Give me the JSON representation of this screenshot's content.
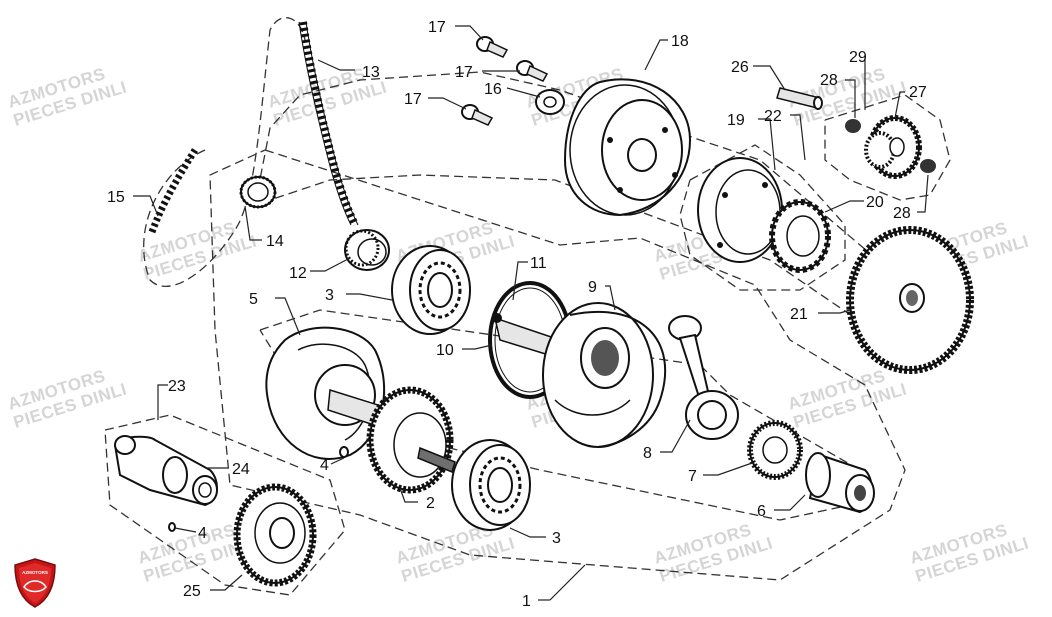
{
  "watermark": {
    "line1": "AZMOTORS",
    "line2": "PIECES DINLI"
  },
  "logo": {
    "text": "AZMOTORS",
    "color": "#d11d1d"
  },
  "callouts": [
    {
      "id": "1",
      "label": "1"
    },
    {
      "id": "2",
      "label": "2"
    },
    {
      "id": "3a",
      "label": "3"
    },
    {
      "id": "3b",
      "label": "3"
    },
    {
      "id": "4a",
      "label": "4"
    },
    {
      "id": "4b",
      "label": "4"
    },
    {
      "id": "5",
      "label": "5"
    },
    {
      "id": "6",
      "label": "6"
    },
    {
      "id": "7",
      "label": "7"
    },
    {
      "id": "8",
      "label": "8"
    },
    {
      "id": "9",
      "label": "9"
    },
    {
      "id": "10",
      "label": "10"
    },
    {
      "id": "11",
      "label": "11"
    },
    {
      "id": "12",
      "label": "12"
    },
    {
      "id": "13",
      "label": "13"
    },
    {
      "id": "14",
      "label": "14"
    },
    {
      "id": "15",
      "label": "15"
    },
    {
      "id": "16",
      "label": "16"
    },
    {
      "id": "17a",
      "label": "17"
    },
    {
      "id": "17b",
      "label": "17"
    },
    {
      "id": "17c",
      "label": "17"
    },
    {
      "id": "18",
      "label": "18"
    },
    {
      "id": "19",
      "label": "19"
    },
    {
      "id": "20",
      "label": "20"
    },
    {
      "id": "21",
      "label": "21"
    },
    {
      "id": "22",
      "label": "22"
    },
    {
      "id": "23",
      "label": "23"
    },
    {
      "id": "24",
      "label": "24"
    },
    {
      "id": "25",
      "label": "25"
    },
    {
      "id": "26",
      "label": "26"
    },
    {
      "id": "27",
      "label": "27"
    },
    {
      "id": "28a",
      "label": "28"
    },
    {
      "id": "28b",
      "label": "28"
    },
    {
      "id": "29",
      "label": "29"
    }
  ]
}
